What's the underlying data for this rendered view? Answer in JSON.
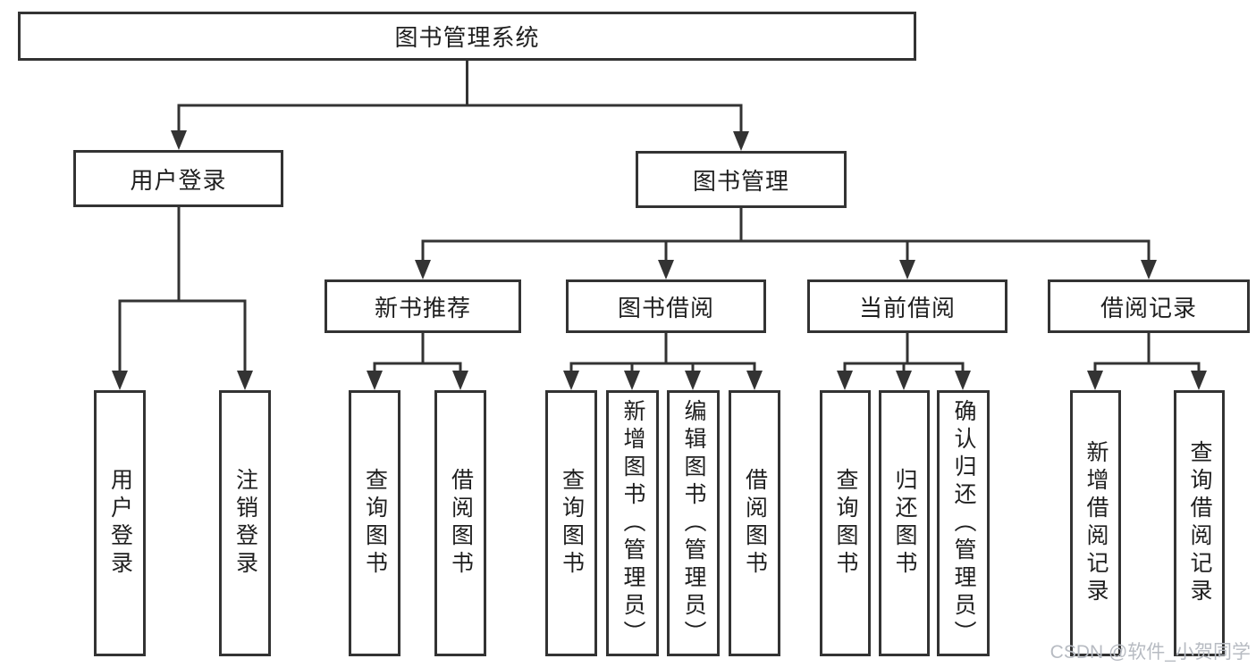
{
  "tree": {
    "root": {
      "label": "图书管理系统"
    },
    "branches": [
      {
        "label": "用户登录",
        "children": [
          {
            "label": "用户登录"
          },
          {
            "label": "注销登录"
          }
        ]
      },
      {
        "label": "图书管理",
        "children": [
          {
            "label": "新书推荐",
            "children": [
              {
                "label": "查询图书"
              },
              {
                "label": "借阅图书"
              }
            ]
          },
          {
            "label": "图书借阅",
            "children": [
              {
                "label": "查询图书"
              },
              {
                "label": "新增图书（管理员）"
              },
              {
                "label": "编辑图书（管理员）"
              },
              {
                "label": "借阅图书"
              }
            ]
          },
          {
            "label": "当前借阅",
            "children": [
              {
                "label": "查询图书"
              },
              {
                "label": "归还图书"
              },
              {
                "label": "确认归还（管理员）"
              }
            ]
          },
          {
            "label": "借阅记录",
            "children": [
              {
                "label": "新增借阅记录"
              },
              {
                "label": "查询借阅记录"
              }
            ]
          }
        ]
      }
    ]
  },
  "watermark": {
    "text": "CSDN @软件_小贺同学"
  },
  "colors": {
    "line": "#333333",
    "box_border": "#333333",
    "text": "#1f1f1f",
    "background": "#ffffff",
    "watermark": "#b7bbc2"
  }
}
